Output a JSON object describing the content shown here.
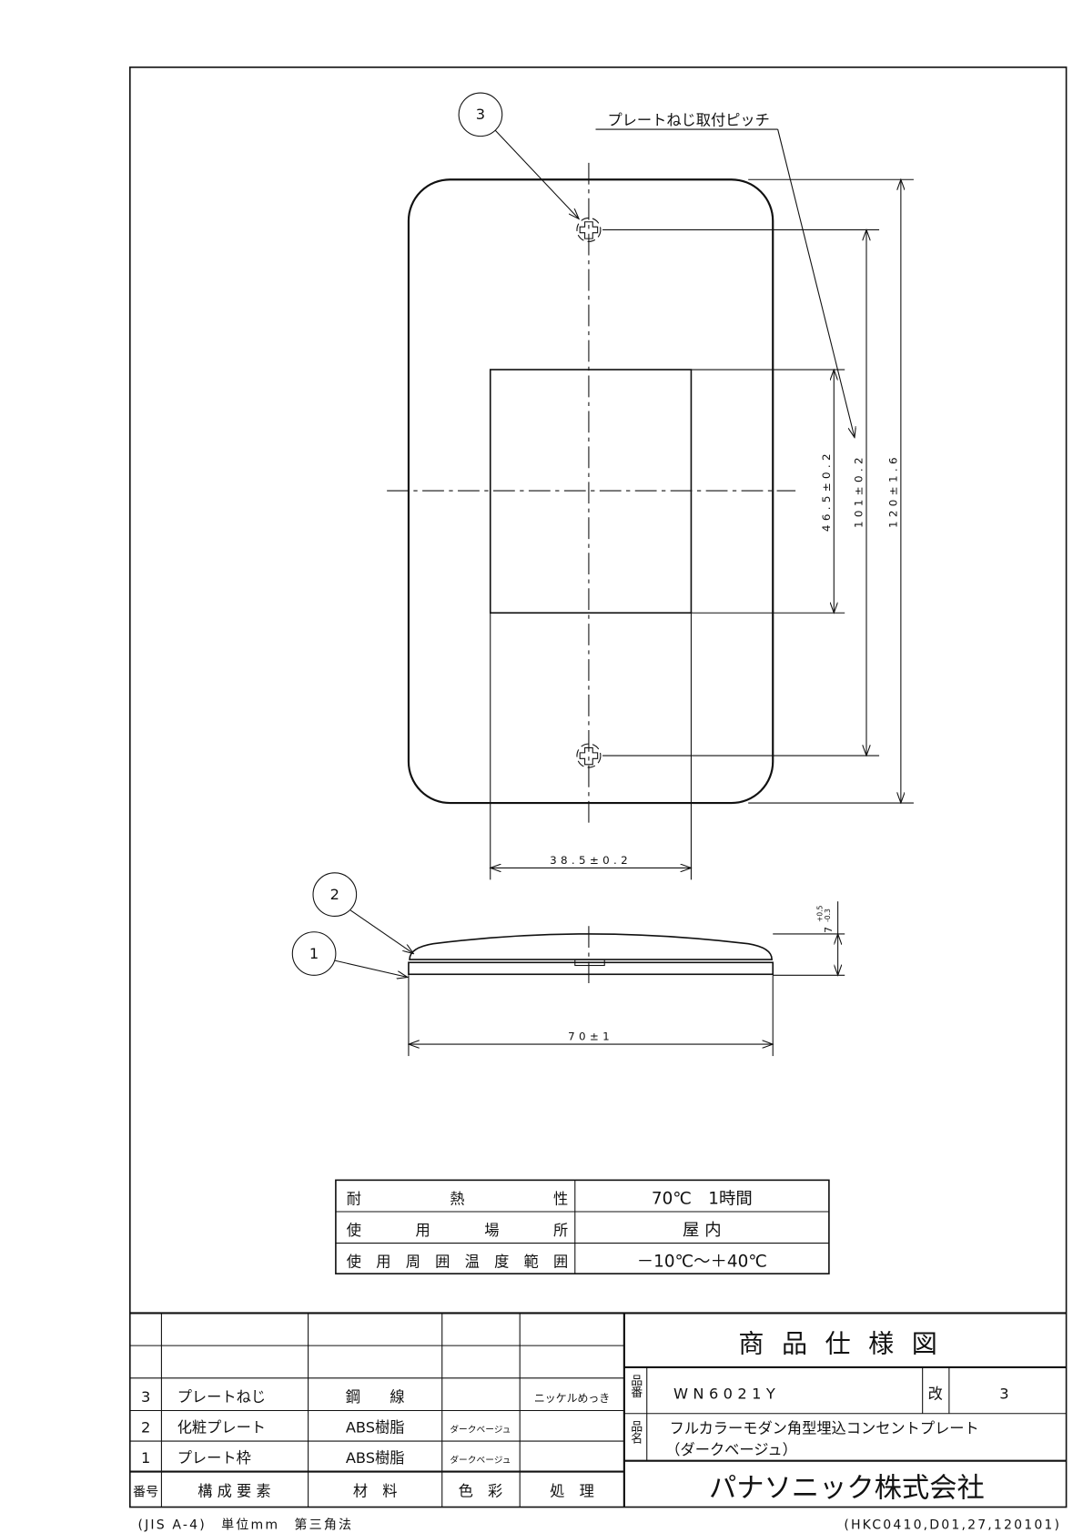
{
  "drawing": {
    "balloons": [
      "3",
      "2",
      "1"
    ],
    "pitch_note": "プレートねじ取付ピッチ",
    "dimensions": {
      "window_height": "46.5±0.2",
      "screw_pitch": "101±0.2",
      "plate_height": "120±1.6",
      "window_width": "38.5±0.2",
      "plate_width": "70±1",
      "thickness": "7",
      "thickness_tol_upper": "+0.5",
      "thickness_tol_lower": "-0.3"
    }
  },
  "spec_table": {
    "rows": [
      {
        "label": "耐　　熱　　性",
        "value": "70℃　1時間"
      },
      {
        "label": "使　用　場　所",
        "value": "屋 内"
      },
      {
        "label": "使用周囲温度範囲",
        "value": "－10℃～＋40℃"
      }
    ]
  },
  "parts_table": {
    "rows": [
      {
        "no": "3",
        "name": "プレートねじ",
        "material": "鋼　　線",
        "color": "",
        "finish": "ニッケルめっき"
      },
      {
        "no": "2",
        "name": "化粧プレート",
        "material": "ABS樹脂",
        "color": "ダークベージュ",
        "finish": ""
      },
      {
        "no": "1",
        "name": "プレート枠",
        "material": "ABS樹脂",
        "color": "ダークベージュ",
        "finish": ""
      }
    ],
    "headers": {
      "no": "番号",
      "name": "構 成 要 素",
      "material": "材　料",
      "color": "色　彩",
      "finish": "処　理"
    }
  },
  "title_block": {
    "title": "商品仕様図",
    "part_no_label": "品番",
    "part_no": "WN6021Y",
    "rev_label": "改",
    "rev": "3",
    "name_label": "品名",
    "name_line1": "フルカラーモダン角型埋込コンセントプレート",
    "name_line2": "（ダークベージュ）",
    "company": "パナソニック株式会社"
  },
  "footer": {
    "left": "(JIS A-4)　単位mm　第三角法",
    "right": "(HKC0410,D01,27,120101)"
  }
}
